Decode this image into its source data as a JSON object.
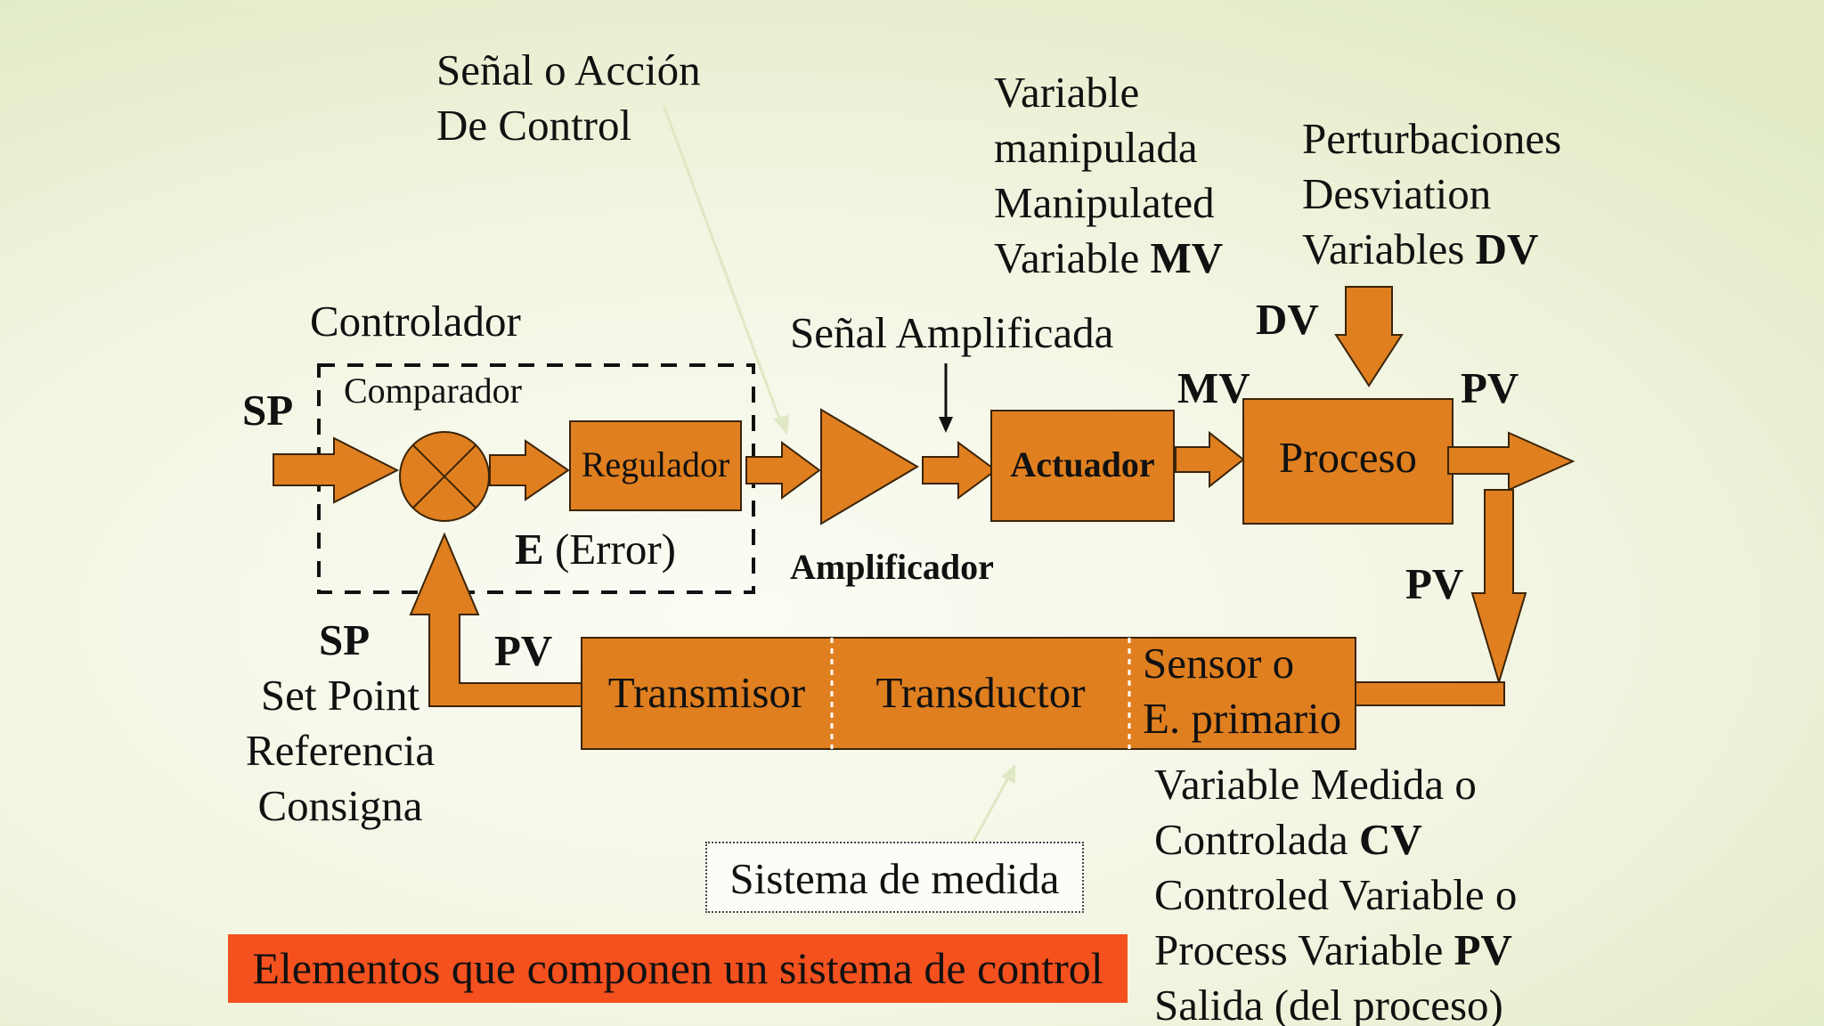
{
  "colors": {
    "block_fill": "#e07f1f",
    "block_stroke": "#3a2408",
    "title_bg": "#f4511e"
  },
  "labels": {
    "senal_control": [
      "Señal o Acción",
      "De Control"
    ],
    "variable_manipulada": [
      "Variable",
      "manipulada",
      "Manipulated"
    ],
    "variable_mv_prefix": "Variable ",
    "variable_mv_bold": "MV",
    "perturbaciones": [
      "Perturbaciones",
      "Desviation"
    ],
    "variables_dv_prefix": "Variables ",
    "variables_dv_bold": "DV",
    "controlador": "Controlador",
    "comparador": "Comparador",
    "senal_amplificada": "Señal Amplificada",
    "dv": "DV",
    "mv": "MV",
    "pv_out": "PV",
    "sp_in": "SP",
    "error_bold": "E",
    "error_rest": " (Error)",
    "amplificador": "Amplificador",
    "pv_down": "PV",
    "sp_bottom": "SP",
    "pv_feedback": "PV",
    "set_point": [
      "Set Point",
      "Referencia",
      "Consigna"
    ],
    "variable_medida": "Variable Medida o",
    "controlada_prefix": "Controlada ",
    "controlada_bold": "CV",
    "controled_variable": "Controled Variable o",
    "process_variable_prefix": "Process Variable ",
    "process_variable_bold": "PV",
    "salida": "Salida (del proceso)"
  },
  "blocks": {
    "regulador": "Regulador",
    "actuador": "Actuador",
    "proceso": "Proceso",
    "transmisor": "Transmisor",
    "transductor": "Transductor",
    "sensor": [
      "Sensor o",
      "E. primario"
    ]
  },
  "sistema_medida": "Sistema de medida",
  "title": "Elementos que componen un sistema de control"
}
